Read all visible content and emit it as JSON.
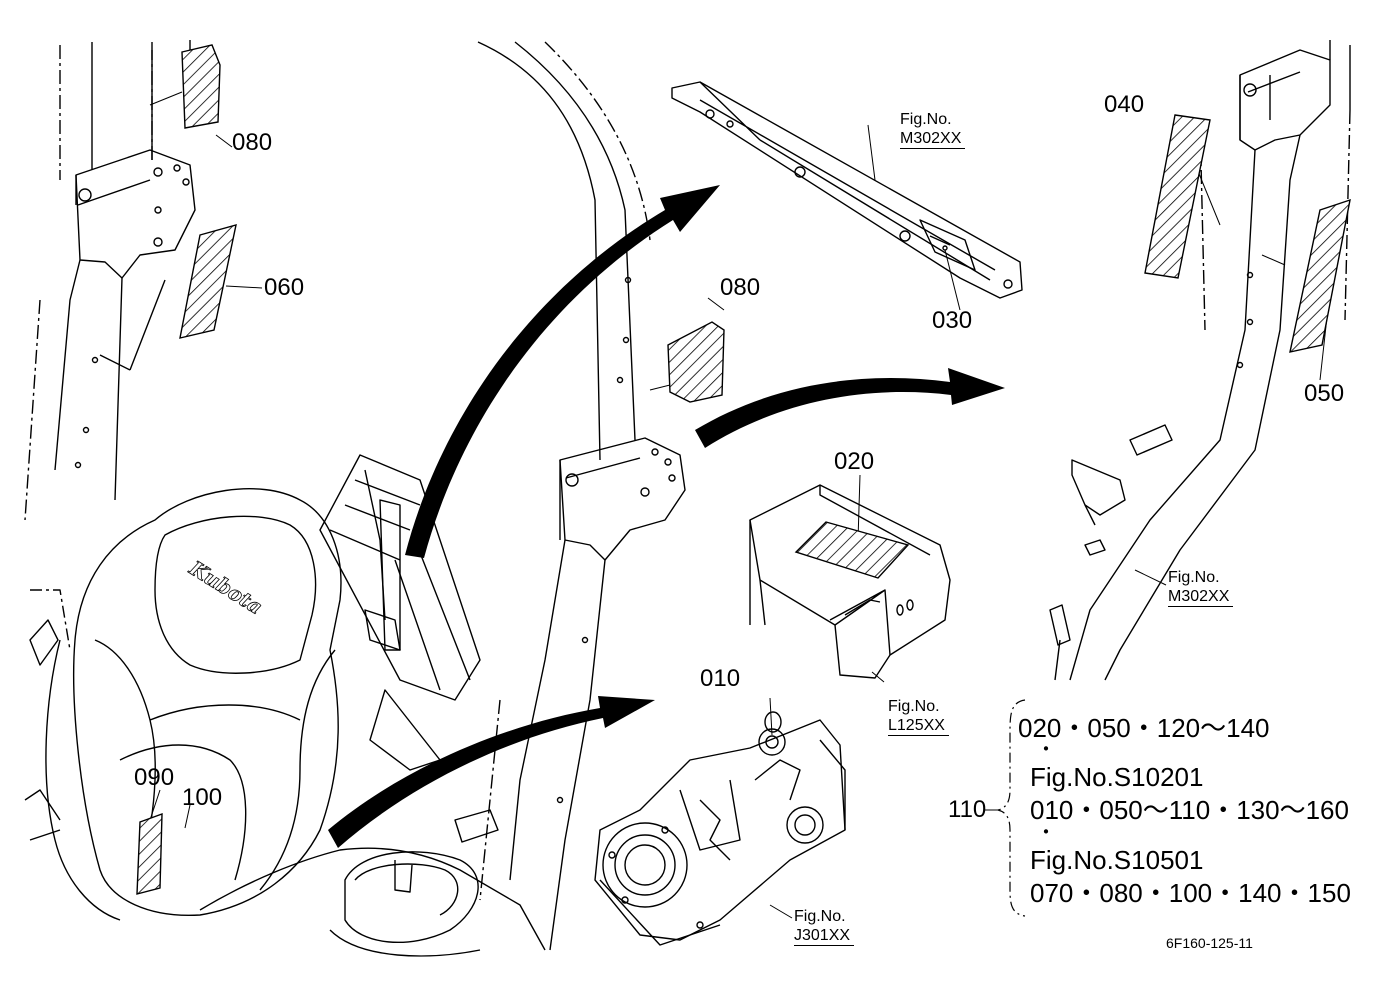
{
  "labels": {
    "p080_top": "080",
    "p060": "060",
    "p080_mid": "080",
    "p030": "030",
    "p040": "040",
    "p050": "050",
    "p020": "020",
    "p010": "010",
    "p090": "090",
    "p100": "100",
    "p110": "110"
  },
  "kubota_logo": "Kubota",
  "fig_refs": {
    "m302_top": {
      "prefix": "Fig.No.",
      "code": "M302XX"
    },
    "m302_right": {
      "prefix": "Fig.No.",
      "code": "M302XX"
    },
    "l125": {
      "prefix": "Fig.No.",
      "code": "L125XX"
    },
    "j301": {
      "prefix": "Fig.No.",
      "code": "J301XX"
    }
  },
  "bracket_block": {
    "line1": "020・050・120～140",
    "dot1": "・",
    "line2": "Fig.No.S10201",
    "line3": "010・050～110・130～160",
    "dot2": "・",
    "line4": "Fig.No.S10501",
    "line5": "070・080・100・140・150"
  },
  "doc_id": "6F160-125-11",
  "colors": {
    "ink": "#000000",
    "paper": "#ffffff"
  }
}
